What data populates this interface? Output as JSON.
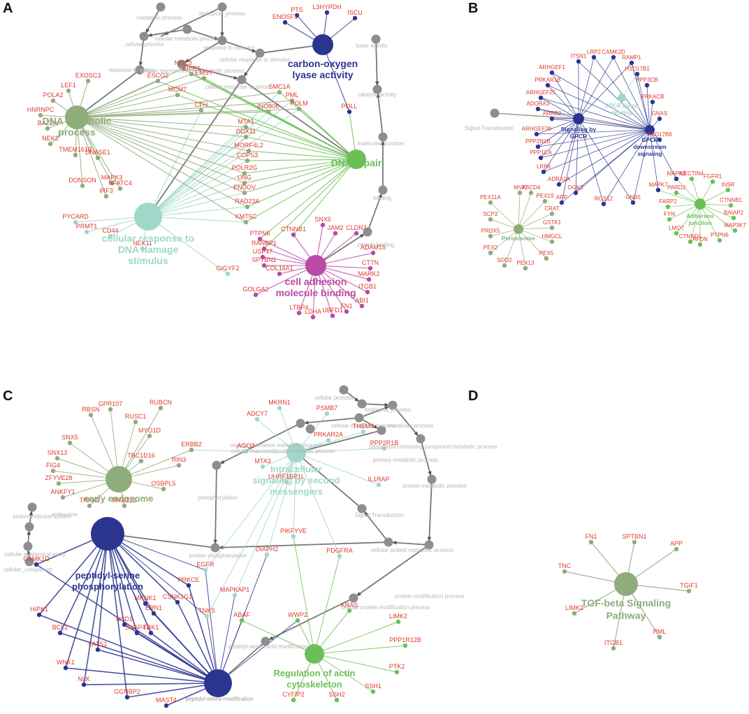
{
  "panels": [
    {
      "key": "A",
      "label": "A",
      "hubs": [
        {
          "id": "a-dna-metabolic",
          "lines": [
            "DNA metabolic",
            "process"
          ],
          "color": "#8fac7b",
          "r": 17
        },
        {
          "id": "a-carbon-oxygen",
          "lines": [
            "carbon-oxygen",
            "lyase activity"
          ],
          "color": "#2b3590",
          "r": 15
        },
        {
          "id": "a-dna-repair",
          "lines": [
            "DNA repair"
          ],
          "color": "#6cbf57",
          "r": 14
        },
        {
          "id": "a-cellular-response",
          "lines": [
            "cellular response to",
            "DNA damage",
            "stimulus"
          ],
          "color": "#9fd8c8",
          "r": 20
        },
        {
          "id": "a-cell-adhesion",
          "lines": [
            "cell adhesion",
            "molecule binding"
          ],
          "color": "#b84aa6",
          "r": 15
        }
      ],
      "gray_terms": [
        "metabolic process",
        "biological_process",
        "cellular process",
        "cellular metabolic process",
        "response to stimulus",
        "cellular response to stimulus",
        "cellular macromolecule metabolic process",
        "response to stress",
        "cellular response to stress",
        "lyase activity",
        "catalytic activity",
        "molecular_function",
        "binding",
        "protein binding"
      ],
      "genes": [
        "PTS",
        "L3HYPDH",
        "ENOSF1",
        "ISCU",
        "POLL",
        "NEIL3",
        "ESCO2",
        "BRIP1",
        "EMSY",
        "EXOSC3",
        "LEF1",
        "POLA2",
        "HNRNPC",
        "BAZ2A",
        "NEK2",
        "TMEM161B",
        "DNASE1",
        "MAPK3",
        "NFATC4",
        "IRF3",
        "DONSON",
        "PYCARD",
        "PRMT1",
        "CD44",
        "NEK11",
        "MCM7",
        "SMC1A",
        "PML",
        "POLM",
        "CFH",
        "INO80E",
        "MTA1",
        "DDX11",
        "MORF4L2",
        "COPS3",
        "POLR2G",
        "UNG",
        "ENDOV",
        "RAD23A",
        "KMT5C",
        "PTPN6",
        "CTNNB1",
        "SNX5",
        "JAM2",
        "CLDN7",
        "RANBP1",
        "USP47",
        "SPTBN1",
        "COL16A1",
        "GOLGA2",
        "GIGYF2",
        "ADAM15",
        "CTTN",
        "MARK2",
        "ITGB1",
        "ABI1",
        "FN1",
        "UBFD1",
        "LDHA",
        "LTBP4"
      ]
    },
    {
      "key": "B",
      "label": "B",
      "hubs": [
        {
          "id": "b-signaling-gpcr",
          "lines": [
            "Signaling by",
            "GPCR"
          ],
          "color": "#2b3590",
          "r": 8
        },
        {
          "id": "b-gpcr-downstream",
          "lines": [
            "GPCR",
            "downstream",
            "signaling"
          ],
          "color": "#2b3590",
          "r": 7
        },
        {
          "id": "b-gpcr-ligand",
          "lines": [
            "GPCR ligand",
            "binding"
          ],
          "color": "#9fd8c8",
          "r": 6
        },
        {
          "id": "b-peroxisome",
          "lines": [
            "Peroxisome"
          ],
          "color": "#8fac7b",
          "r": 7
        },
        {
          "id": "b-adherens",
          "lines": [
            "Adherens",
            "junction"
          ],
          "color": "#6cbf57",
          "r": 8
        }
      ],
      "gray_terms": [
        "Signal Transduction"
      ],
      "genes": [
        "ITSN1",
        "LRP2",
        "CAMK2D",
        "RAMP1",
        "ARHGEF1",
        "HSD17B1",
        "PRKAR1B",
        "PPP3CB",
        "ARHGEF25",
        "PRKACB",
        "ADORA3",
        "ARRB2",
        "GNAS",
        "ARHGEF39",
        "HSD17B6",
        "PPP2R1B",
        "PPP1CA",
        "LRP8",
        "ADRA1A",
        "DGKZ",
        "APP",
        "RGS12",
        "GNB5",
        "MAPK7",
        "MAPK3",
        "NECTIN4",
        "FGFR1",
        "PARD3",
        "INSR",
        "FARP2",
        "CTNNB1",
        "FYN",
        "BAIAP2",
        "MAP3K7",
        "LMO7",
        "CTNND1",
        "AFDN",
        "PTPN6",
        "MVK",
        "ABCD4",
        "PEX11A",
        "PEX19",
        "SCP2",
        "CRAT",
        "GSTK1",
        "PRDX5",
        "HMGCL",
        "PEX2",
        "PEX5",
        "SOD2",
        "PEX13"
      ]
    },
    {
      "key": "C",
      "label": "C",
      "hubs": [
        {
          "id": "c-early-endosome",
          "lines": [
            "early endosome"
          ],
          "color": "#8fac7b",
          "r": 19
        },
        {
          "id": "c-intracellular",
          "lines": [
            "Intracellular",
            "signaling by second",
            "messengers"
          ],
          "color": "#9fd8c8",
          "r": 14
        },
        {
          "id": "c-peptidyl-serine-phos",
          "lines": [
            "peptidyl-serine",
            "phosphorylation"
          ],
          "color": "#2b3590",
          "r": 24
        },
        {
          "id": "c-regulation-actin",
          "lines": [
            "Regulation of actin",
            "cytoskeleton"
          ],
          "color": "#6cbf57",
          "r": 14
        },
        {
          "id": "c-peptidyl-serine-mod",
          "lines": [
            "peptidyl-serine modification"
          ],
          "color": "#2b3590",
          "r": 20
        }
      ],
      "gray_terms": [
        "cellular process",
        "biological_process",
        "cellular metabolic process",
        "metabolic process",
        "phosphate-containing compound metabolic process",
        "organic substance metabolic process",
        "cellular macromolecule metabolic process",
        "primary metabolic process",
        "phosphorylation",
        "Signal Transduction",
        "protein metabolic process",
        "cellular protein metabolic process",
        "protein phosphorylation",
        "protein modification process",
        "cellular protein modification process",
        "peptidyl-amino acid modification",
        "endosome",
        "endomembrane system",
        "cellular anatomical entity",
        "cellular_component"
      ],
      "genes": [
        "RUBCN",
        "RBSN",
        "GPR107",
        "RUSC1",
        "MYO1D",
        "ERBB2",
        "SNX5",
        "SNX13",
        "TBC1D16",
        "RIN3",
        "FIG4",
        "ZFYVE28",
        "OSBPL5",
        "ANKFY1",
        "TRAK2",
        "MVB12B",
        "MKRN1",
        "ADCY7",
        "PSMB7",
        "THEM4",
        "PRKAR2A",
        "PPP2R1B",
        "AGO3",
        "MTA3",
        "UHRF1BP1L",
        "IL1RAP",
        "PIKFYVE",
        "DIAPH2",
        "PDGFRA",
        "EGFR",
        "CAMK1D",
        "PRKCE",
        "CSNK1G1",
        "MKNK1",
        "ERN1",
        "TNKS",
        "MAPKAP1",
        "ABAF",
        "NSD1",
        "SNAP47",
        "TBK1",
        "HIPK1",
        "BCL2",
        "LATS1",
        "WNK1",
        "NLK",
        "GGNBP2",
        "MAST4",
        "WWP2",
        "KRAS",
        "LIMK2",
        "PPP1R12B",
        "PTK2",
        "SSH1",
        "SSH2",
        "CYFIP2"
      ]
    },
    {
      "key": "D",
      "label": "D",
      "hubs": [
        {
          "id": "d-tgf-beta",
          "lines": [
            "TGF-beta Signaling",
            "Pathway"
          ],
          "color": "#8fac7b",
          "r": 17
        }
      ],
      "gray_terms": [],
      "genes": [
        "FN1",
        "SPTBN1",
        "APP",
        "TNC",
        "TGIF1",
        "LIMK2",
        "ITGB1",
        "PML"
      ]
    }
  ]
}
